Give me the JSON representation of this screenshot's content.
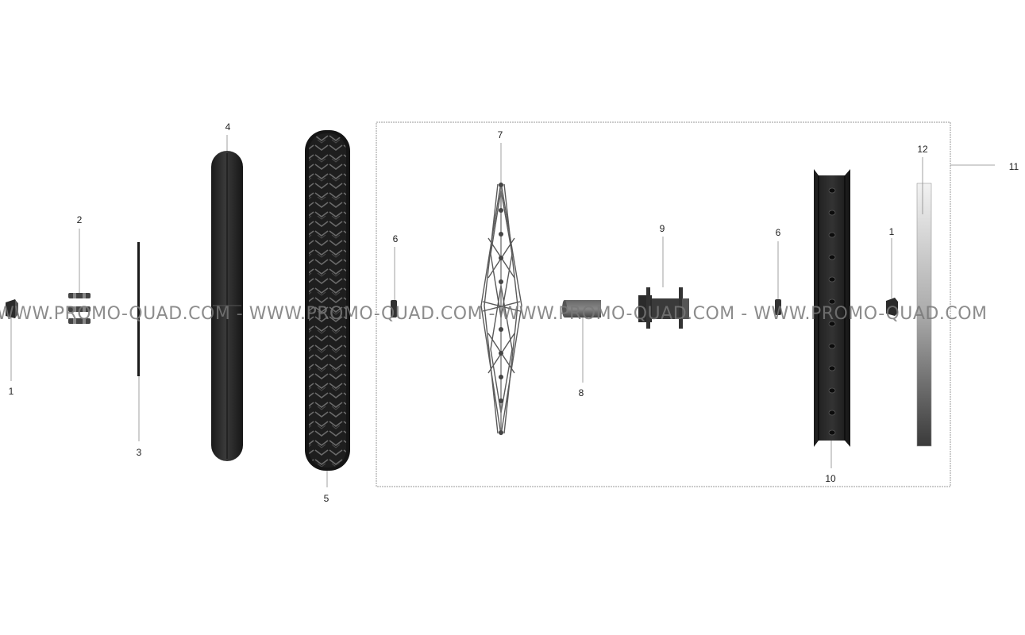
{
  "callouts": {
    "c1_left": "1",
    "c2": "2",
    "c3": "3",
    "c4": "4",
    "c5": "5",
    "c6_left": "6",
    "c7": "7",
    "c8": "8",
    "c9": "9",
    "c6_right": "6",
    "c1_right": "1",
    "c10": "10",
    "c11": "11",
    "c12": "12"
  },
  "watermark": "WWW.PROMO-QUAD.COM - WWW.PROMO-QUAD.COM - WWW.PROMO-QUAD.COM - WWW.PROMO-QUAD.COM",
  "colors": {
    "part_dark": "#2b2b2b",
    "part_mid": "#555555",
    "leader_line": "#888888",
    "frame": "#999999"
  }
}
